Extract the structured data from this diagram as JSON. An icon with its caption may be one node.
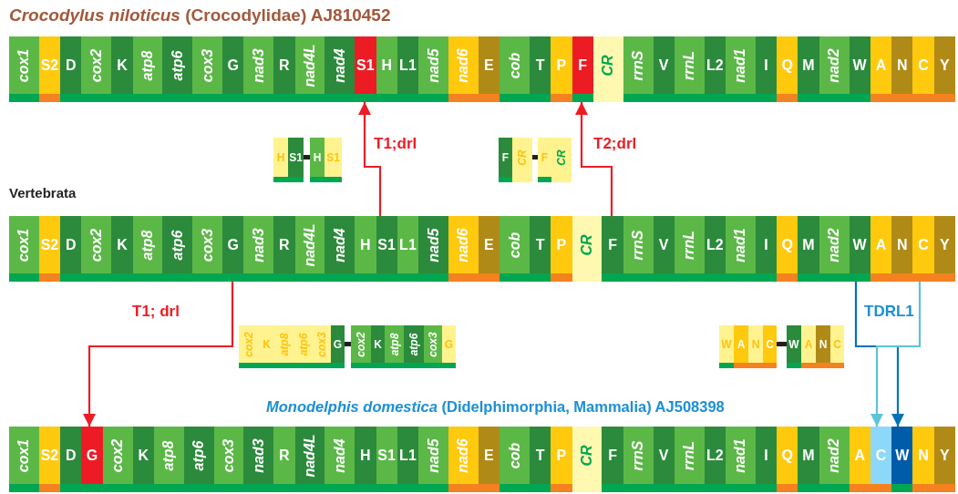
{
  "diagram": {
    "nodes": [
      {
        "text": [
          "cox1"
        ]
      },
      {
        "text": [
          "S2"
        ]
      },
      {
        "text": [
          "D"
        ]
      },
      {
        "text": [
          "cox2"
        ]
      },
      {
        "text": [
          "K"
        ]
      },
      {
        "text": [
          "atp8"
        ]
      },
      {
        "text": [
          "atp6"
        ]
      },
      {
        "text": [
          "cox3"
        ]
      },
      {
        "text": [
          "G"
        ]
      },
      {
        "text": [
          "nad3"
        ]
      },
      {
        "text": [
          "R"
        ]
      },
      {
        "text": [
          "nad4L"
        ]
      },
      {
        "text": [
          "nad4"
        ]
      },
      {
        "text": [
          "S1"
        ]
      },
      {
        "text": [
          "H"
        ]
      },
      {
        "text": [
          "L1"
        ]
      },
      {
        "text": [
          "nad5"
        ]
      },
      {
        "text": [
          "nad6"
        ]
      },
      {
        "text": [
          "E"
        ]
      },
      {
        "text": [
          "cob"
        ]
      },
      {
        "text": [
          "T"
        ]
      },
      {
        "text": [
          "P"
        ]
      },
      {
        "text": [
          "F"
        ]
      },
      {
        "text": [
          "CR"
        ]
      },
      {
        "text": [
          "rrnS"
        ]
      },
      {
        "text": [
          "V"
        ]
      },
      {
        "text": [
          "rrnL"
        ]
      },
      {
        "text": [
          "L2"
        ]
      },
      {
        "text": [
          "nad1"
        ]
      },
      {
        "text": [
          "I"
        ]
      },
      {
        "text": [
          "Q"
        ]
      },
      {
        "text": [
          "M"
        ]
      },
      {
        "text": [
          "nad2"
        ]
      },
      {
        "text": [
          "W"
        ]
      },
      {
        "text": [
          "A"
        ]
      },
      {
        "text": [
          "N"
        ]
      },
      {
        "text": [
          "C"
        ]
      },
      {
        "text": [
          "Y"
        ]
      },
      {
        "text": [
          "H"
        ]
      },
      {
        "text": [
          "S1"
        ]
      },
      {
        "text": [
          "H"
        ]
      },
      {
        "text": [
          "S1"
        ]
      },
      {
        "text": [
          "F"
        ]
      },
      {
        "text": [
          "CR"
        ]
      },
      {
        "text": [
          "F"
        ]
      },
      {
        "text": [
          "CR"
        ]
      },
      {
        "text": [
          "cox1"
        ]
      },
      {
        "text": [
          "S2"
        ]
      },
      {
        "text": [
          "D"
        ]
      },
      {
        "text": [
          "cox2"
        ]
      },
      {
        "text": [
          "K"
        ]
      },
      {
        "text": [
          "atp8"
        ]
      },
      {
        "text": [
          "atp6"
        ]
      },
      {
        "text": [
          "cox3"
        ]
      },
      {
        "text": [
          "G"
        ]
      },
      {
        "text": [
          "nad3"
        ]
      },
      {
        "text": [
          "R"
        ]
      },
      {
        "text": [
          "nad4L"
        ]
      },
      {
        "text": [
          "nad4"
        ]
      },
      {
        "text": [
          "H"
        ]
      },
      {
        "text": [
          "S1"
        ]
      },
      {
        "text": [
          "L1"
        ]
      },
      {
        "text": [
          "nad5"
        ]
      },
      {
        "text": [
          "nad6"
        ]
      },
      {
        "text": [
          "E"
        ]
      },
      {
        "text": [
          "cob"
        ]
      },
      {
        "text": [
          "T"
        ]
      },
      {
        "text": [
          "P"
        ]
      },
      {
        "text": [
          "CR"
        ]
      },
      {
        "text": [
          "F"
        ]
      },
      {
        "text": [
          "rrnS"
        ]
      },
      {
        "text": [
          "V"
        ]
      },
      {
        "text": [
          "rrnL"
        ]
      },
      {
        "text": [
          "L2"
        ]
      },
      {
        "text": [
          "nad1"
        ]
      },
      {
        "text": [
          "I"
        ]
      },
      {
        "text": [
          "Q"
        ]
      },
      {
        "text": [
          "M"
        ]
      },
      {
        "text": [
          "nad2"
        ]
      },
      {
        "text": [
          "W"
        ]
      },
      {
        "text": [
          "A"
        ]
      },
      {
        "text": [
          "N"
        ]
      },
      {
        "text": [
          "C"
        ]
      },
      {
        "text": [
          "Y"
        ]
      },
      {
        "text": [
          "cox2"
        ]
      },
      {
        "text": [
          "K"
        ]
      },
      {
        "text": [
          "atp8"
        ]
      },
      {
        "text": [
          "atp6"
        ]
      },
      {
        "text": [
          "cox3"
        ]
      },
      {
        "text": [
          "G"
        ]
      },
      {
        "text": [
          "cox2"
        ]
      },
      {
        "text": [
          "K"
        ]
      },
      {
        "text": [
          "atp8"
        ]
      },
      {
        "text": [
          "atp6"
        ]
      },
      {
        "text": [
          "cox3"
        ]
      },
      {
        "text": [
          "G"
        ]
      },
      {
        "text": [
          "W"
        ]
      },
      {
        "text": [
          "A"
        ]
      },
      {
        "text": [
          "N"
        ]
      },
      {
        "text": [
          "C"
        ]
      },
      {
        "text": [
          "W"
        ]
      },
      {
        "text": [
          "A"
        ]
      },
      {
        "text": [
          "N"
        ]
      },
      {
        "text": [
          "C"
        ]
      },
      {
        "text": [
          "cox1"
        ]
      },
      {
        "text": [
          "S2"
        ]
      },
      {
        "text": [
          "D"
        ]
      },
      {
        "text": [
          "G"
        ]
      },
      {
        "text": [
          "cox2"
        ]
      },
      {
        "text": [
          "K"
        ]
      },
      {
        "text": [
          "atp8"
        ]
      },
      {
        "text": [
          "atp6"
        ]
      },
      {
        "text": [
          "cox3"
        ]
      },
      {
        "text": [
          "nad3"
        ]
      },
      {
        "text": [
          "R"
        ]
      },
      {
        "text": [
          "nad4L"
        ]
      },
      {
        "text": [
          "nad4"
        ]
      },
      {
        "text": [
          "H"
        ]
      },
      {
        "text": [
          "S1"
        ]
      },
      {
        "text": [
          "L1"
        ]
      },
      {
        "text": [
          "nad5"
        ]
      },
      {
        "text": [
          "nad6"
        ]
      },
      {
        "text": [
          "E"
        ]
      },
      {
        "text": [
          "cob"
        ]
      },
      {
        "text": [
          "T"
        ]
      },
      {
        "text": [
          "P"
        ]
      },
      {
        "text": [
          "CR"
        ]
      },
      {
        "text": [
          "F"
        ]
      },
      {
        "text": [
          "rrnS"
        ]
      },
      {
        "text": [
          "V"
        ]
      },
      {
        "text": [
          "rrnL"
        ]
      },
      {
        "text": [
          "L2"
        ]
      },
      {
        "text": [
          "nad1"
        ]
      },
      {
        "text": [
          "I"
        ]
      },
      {
        "text": [
          "Q"
        ]
      },
      {
        "text": [
          "M"
        ]
      },
      {
        "text": [
          "nad2"
        ]
      },
      {
        "text": [
          "A"
        ]
      },
      {
        "text": [
          "C"
        ]
      },
      {
        "text": [
          "W"
        ]
      },
      {
        "text": [
          "N"
        ]
      },
      {
        "text": [
          "Y"
        ]
      }
    ],
    "edges": [
      {
        "from": 60,
        "to": 13,
        "arrow": "to",
        "label": "T1;drl",
        "color": "#ed1c24"
      },
      {
        "from": 69,
        "to": 22,
        "arrow": "to",
        "label": "T2;drl",
        "color": "#ed1c24"
      },
      {
        "from": 54,
        "to": 107,
        "arrow": "to",
        "label": "T1; drl",
        "color": "#ed1c24"
      },
      {
        "from": 79,
        "to": 139,
        "arrow": "to",
        "label": "TDRL1",
        "color": "#0072bc"
      },
      {
        "from": 82,
        "to": 138,
        "arrow": "to",
        "color": "#5bc4d6"
      },
      {
        "from": 39,
        "to": 40,
        "arrow": "none",
        "style": "thick"
      },
      {
        "from": 43,
        "to": 44,
        "arrow": "none",
        "style": "thick"
      },
      {
        "from": 89,
        "to": 90,
        "arrow": "none",
        "style": "thick"
      },
      {
        "from": 99,
        "to": 100,
        "arrow": "none",
        "style": "thick"
      }
    ],
    "labels": [
      "*Crocodylus niloticus* (Crocodylidae) AJ810452",
      "Vertebrata",
      "*Monodelphis domestica* (Didelphimorphia, Mammalia) AJ508398"
    ]
  }
}
